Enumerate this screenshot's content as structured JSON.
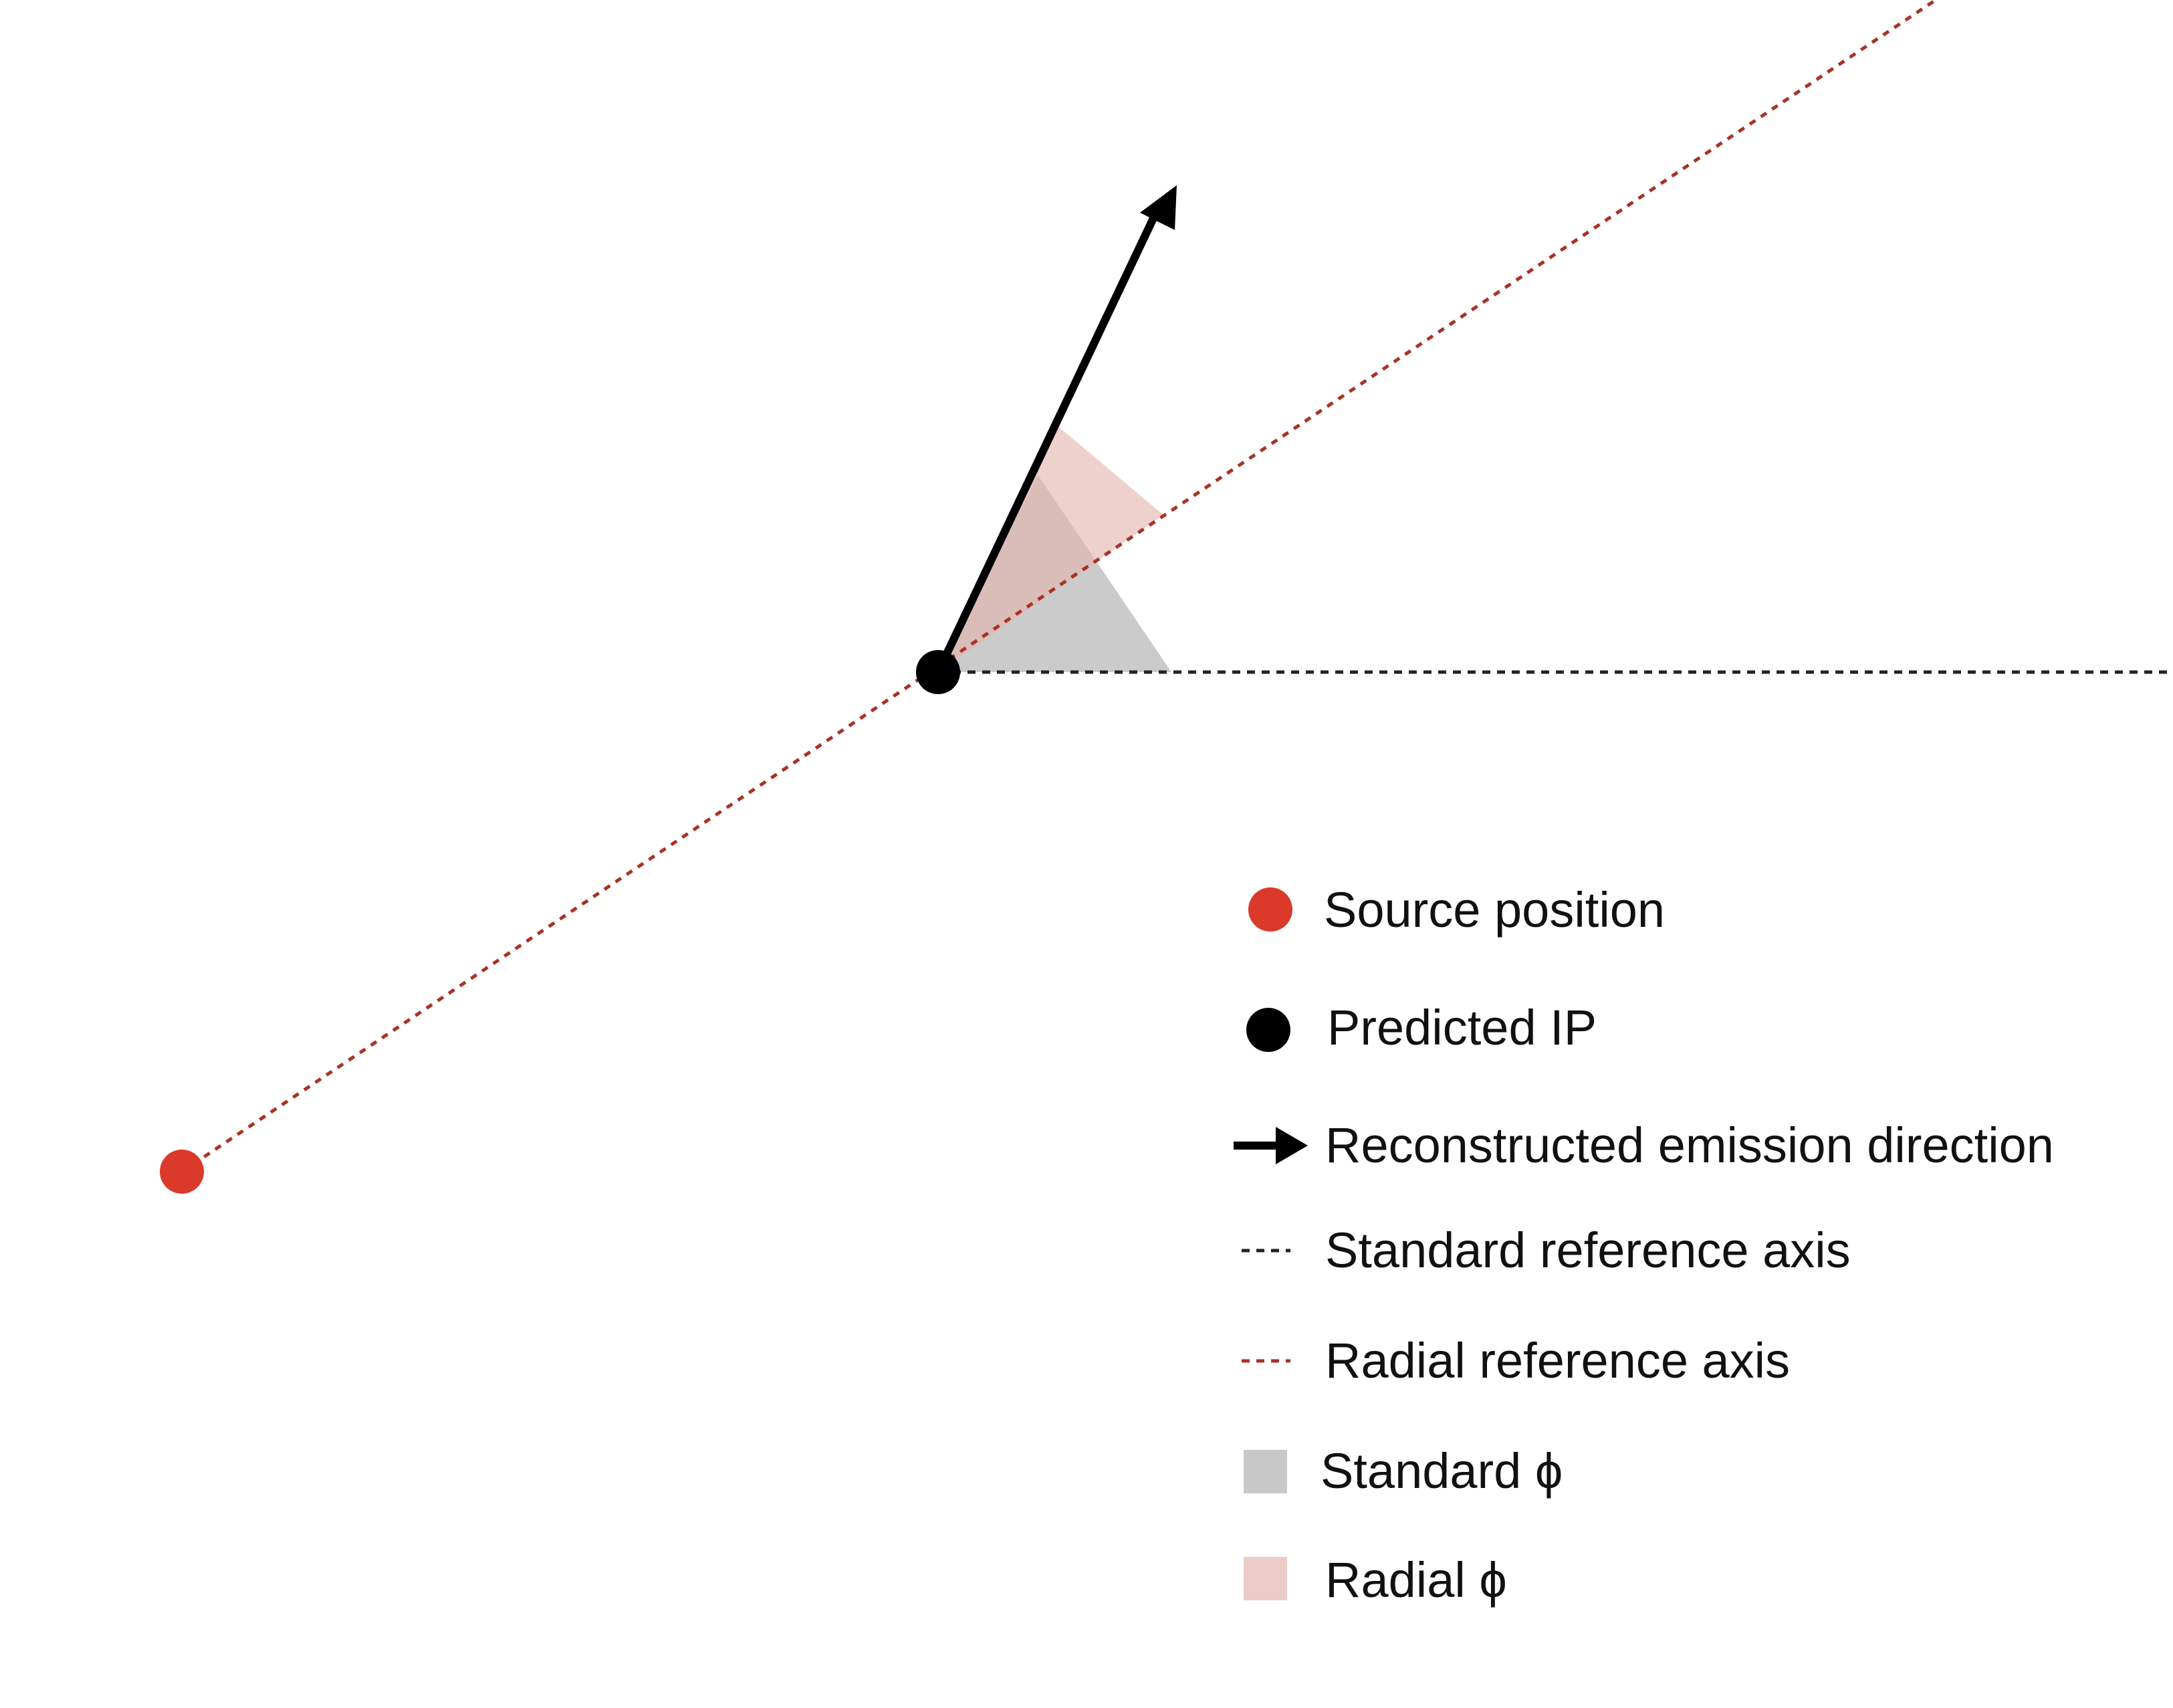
{
  "diagram": {
    "points": {
      "source_position": {
        "name": "Source position",
        "color": "#db3a2a"
      },
      "predicted_ip": {
        "name": "Predicted IP",
        "color": "#000000"
      }
    },
    "emission_arrow": {
      "name": "Reconstructed emission direction",
      "color": "#000000"
    },
    "standard_axis": {
      "name": "Standard reference axis",
      "color": "#000000",
      "style": "dashed"
    },
    "radial_axis": {
      "name": "Radial reference axis",
      "color": "#a83226",
      "style": "dashed"
    },
    "standard_phi_wedge": {
      "name": "Standard ϕ",
      "color": "#c8c8c8"
    },
    "radial_phi_wedge": {
      "name": "Radial ϕ",
      "color": "#ecccc8"
    }
  },
  "legend": {
    "items": [
      {
        "label": "Source position",
        "symbol": "red-dot"
      },
      {
        "label": "Predicted IP",
        "symbol": "black-dot"
      },
      {
        "label": "Reconstructed emission direction",
        "symbol": "arrow"
      },
      {
        "label": "Standard reference axis",
        "symbol": "black-dashed-line"
      },
      {
        "label": "Radial reference axis",
        "symbol": "red-dashed-line"
      },
      {
        "label": "Standard ϕ",
        "symbol": "gray-square"
      },
      {
        "label": "Radial ϕ",
        "symbol": "pink-square"
      }
    ]
  }
}
